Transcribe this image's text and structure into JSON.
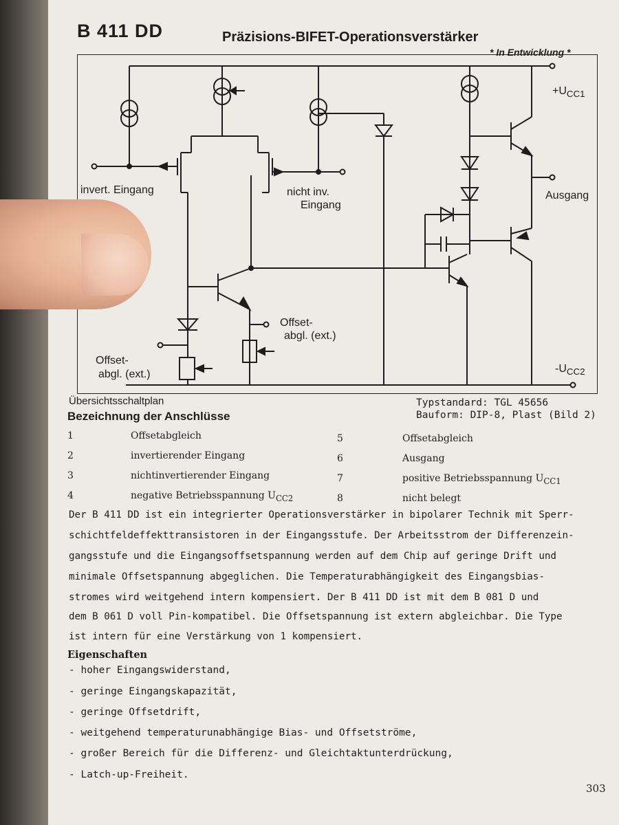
{
  "header": {
    "part_number": "B 411 DD",
    "title": "Präzisions-BIFET-Operationsverstärker",
    "status": "* In Entwicklung *"
  },
  "schematic": {
    "labels": {
      "inverting_input": "invert. Eingang",
      "noninv_input_line1": "nicht inv.",
      "noninv_input_line2": "Eingang",
      "output": "Ausgang",
      "vcc_pos": "+U",
      "vcc_pos_sub": "CC1",
      "vcc_neg": "-U",
      "vcc_neg_sub": "CC2",
      "offset_right_line1": "Offset-",
      "offset_right_line2": "abgl. (ext.)",
      "offset_left_line1": "Offset-",
      "offset_left_line2": "abgl. (ext.)"
    }
  },
  "caption": {
    "schematic_caption": "Übersichtsschaltplan",
    "type_standard": "Typstandard: TGL 45656",
    "package": "Bauform: DIP-8, Plast (Bild 2)"
  },
  "pins": {
    "heading": "Bezeichnung der Anschlüsse",
    "left": [
      {
        "num": "1",
        "name": "Offsetabgleich",
        "sub": ""
      },
      {
        "num": "2",
        "name": "invertierender Eingang",
        "sub": ""
      },
      {
        "num": "3",
        "name": "nichtinvertierender Eingang",
        "sub": ""
      },
      {
        "num": "4",
        "name": "negative Betriebsspannung U",
        "sub": "CC2"
      }
    ],
    "right": [
      {
        "num": "5",
        "name": "Offsetabgleich",
        "sub": ""
      },
      {
        "num": "6",
        "name": "Ausgang",
        "sub": ""
      },
      {
        "num": "7",
        "name": "positive Betriebsspannung U",
        "sub": "CC1"
      },
      {
        "num": "8",
        "name": "nicht belegt",
        "sub": ""
      }
    ]
  },
  "description": {
    "lines": [
      "Der B 411 DD ist ein integrierter Operationsverstärker in bipolarer Technik mit Sperr-",
      "schichtfeldeffekttransistoren in der Eingangsstufe. Der Arbeitsstrom der Differenzein-",
      "gangsstufe und die Eingangsoffsetspannung werden auf dem Chip auf geringe Drift und",
      "minimale Offsetspannung abgeglichen. Die Temperaturabhängigkeit des Eingangsbias-",
      "stromes wird weitgehend intern kompensiert. Der B 411 DD ist mit dem B 081 D und",
      "dem B 061 D voll Pin-kompatibel. Die Offsetspannung ist extern abgleichbar. Die Type",
      "ist intern für eine Verstärkung von 1 kompensiert."
    ]
  },
  "features": {
    "heading": "Eigenschaften",
    "items": [
      "- hoher Eingangswiderstand,",
      "- geringe Eingangskapazität,",
      "- geringe Offsetdrift,",
      "- weitgehend temperaturunabhängige Bias- und Offsetströme,",
      "- großer Bereich für die Differenz- und Gleichtaktunterdrückung,",
      "- Latch-up-Freiheit."
    ]
  },
  "page_number": "303",
  "colors": {
    "paper": "#ecebe5",
    "ink": "#1d1d1d",
    "skin": "#e6b296"
  }
}
